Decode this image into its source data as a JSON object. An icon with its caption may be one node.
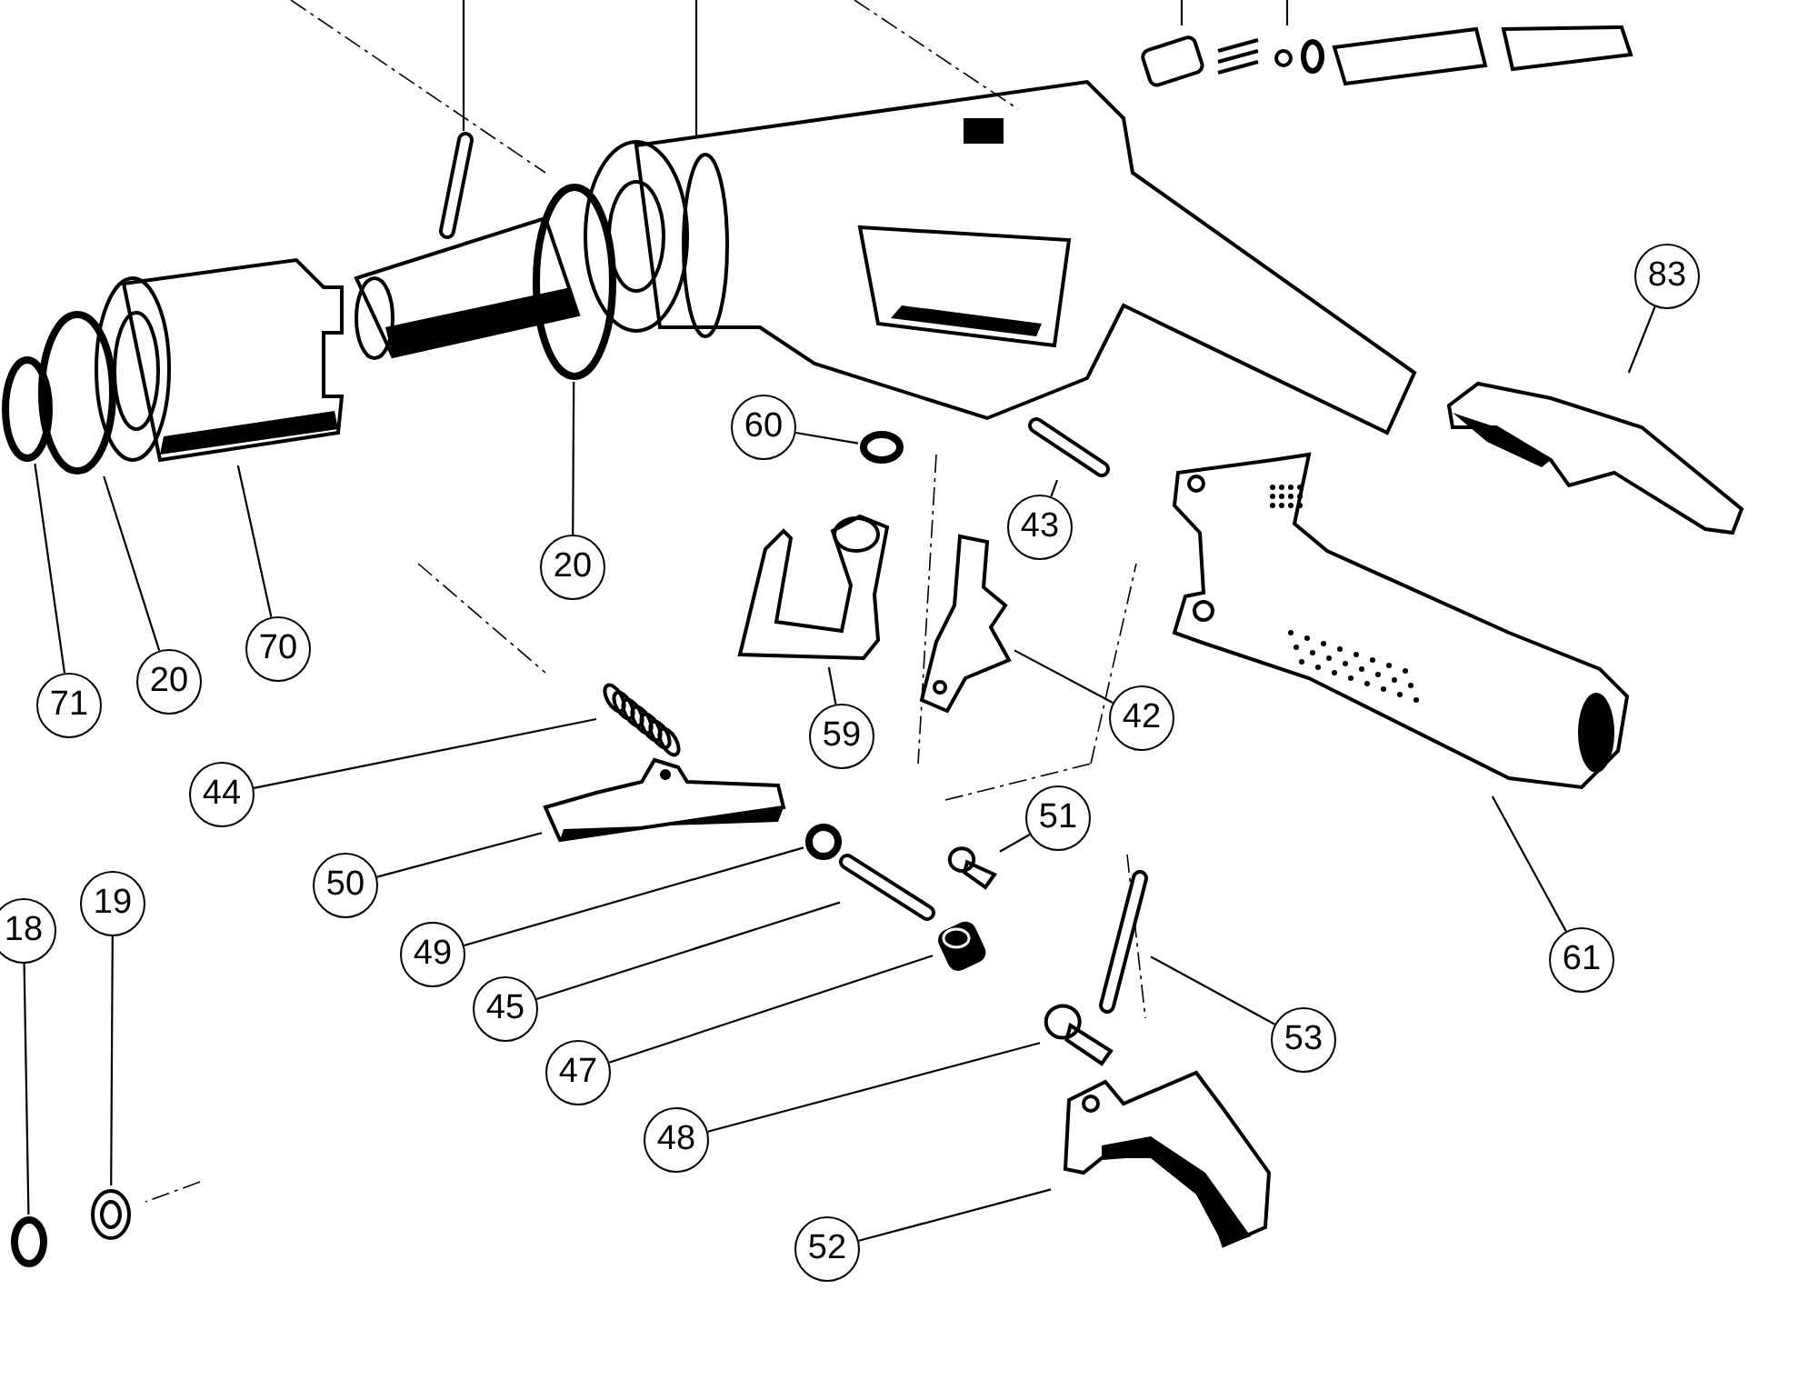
{
  "diagram": {
    "nodes": [
      {
        "text": [
          "71"
        ]
      },
      {
        "text": [],
        "shape": "circle"
      },
      {
        "text": [
          "20"
        ]
      },
      {
        "text": [],
        "shape": "circle"
      },
      {
        "text": [
          "70"
        ]
      },
      {
        "text": [],
        "shape": "picture"
      },
      {
        "text": [
          "20"
        ]
      },
      {
        "text": [],
        "shape": "circle"
      },
      {
        "text": [
          "60"
        ]
      },
      {
        "text": [],
        "shape": "circle"
      },
      {
        "text": [
          "43"
        ]
      },
      {
        "text": [],
        "shape": "picture"
      },
      {
        "text": [
          "83"
        ]
      },
      {
        "text": [],
        "shape": "picture"
      },
      {
        "text": [
          "59"
        ]
      },
      {
        "text": [],
        "shape": "picture"
      },
      {
        "text": [
          "42"
        ]
      },
      {
        "text": [],
        "shape": "picture"
      },
      {
        "text": [
          "44"
        ]
      },
      {
        "text": [],
        "shape": "picture"
      },
      {
        "text": [
          "50"
        ]
      },
      {
        "text": [],
        "shape": "picture"
      },
      {
        "text": [
          "49"
        ]
      },
      {
        "text": [],
        "shape": "circle"
      },
      {
        "text": [
          "45"
        ]
      },
      {
        "text": [],
        "shape": "picture"
      },
      {
        "text": [
          "47"
        ]
      },
      {
        "text": [],
        "shape": "picture"
      },
      {
        "text": [
          "51"
        ]
      },
      {
        "text": [],
        "shape": "picture"
      },
      {
        "text": [
          "48"
        ]
      },
      {
        "text": [],
        "shape": "picture"
      },
      {
        "text": [
          "53"
        ]
      },
      {
        "text": [],
        "shape": "picture"
      },
      {
        "text": [
          "52"
        ]
      },
      {
        "text": [],
        "shape": "picture"
      },
      {
        "text": [
          "61"
        ]
      },
      {
        "text": [],
        "shape": "picture"
      },
      {
        "text": [
          "18"
        ]
      },
      {
        "text": [],
        "shape": "circle"
      },
      {
        "text": [
          "19"
        ]
      },
      {
        "text": [],
        "shape": "picture"
      },
      {
        "text": [],
        "shape": "picture"
      },
      {
        "text": [],
        "shape": "picture"
      },
      {
        "text": [],
        "shape": "picture"
      },
      {
        "text": [],
        "shape": "picture"
      }
    ],
    "edges": [
      {
        "from": 0,
        "to": 1,
        "arrow": "none"
      },
      {
        "from": 2,
        "to": 3,
        "arrow": "none"
      },
      {
        "from": 4,
        "to": 5,
        "arrow": "none"
      },
      {
        "from": 6,
        "to": 7,
        "arrow": "none"
      },
      {
        "from": 8,
        "to": 9,
        "arrow": "none"
      },
      {
        "from": 10,
        "to": 11,
        "arrow": "none"
      },
      {
        "from": 12,
        "to": 13,
        "arrow": "none"
      },
      {
        "from": 14,
        "to": 15,
        "arrow": "none"
      },
      {
        "from": 16,
        "to": 17,
        "arrow": "none"
      },
      {
        "from": 18,
        "to": 19,
        "arrow": "none"
      },
      {
        "from": 20,
        "to": 21,
        "arrow": "none"
      },
      {
        "from": 22,
        "to": 23,
        "arrow": "none"
      },
      {
        "from": 24,
        "to": 25,
        "arrow": "none"
      },
      {
        "from": 26,
        "to": 27,
        "arrow": "none"
      },
      {
        "from": 28,
        "to": 29,
        "arrow": "none"
      },
      {
        "from": 30,
        "to": 31,
        "arrow": "none"
      },
      {
        "from": 32,
        "to": 33,
        "arrow": "none"
      },
      {
        "from": 34,
        "to": 35,
        "arrow": "none"
      },
      {
        "from": 36,
        "to": 37,
        "arrow": "none"
      },
      {
        "from": 38,
        "to": 39,
        "arrow": "none"
      },
      {
        "from": 40,
        "to": 41,
        "arrow": "none"
      },
      {
        "from": null,
        "to": 44,
        "arrow": "none"
      },
      {
        "from": null,
        "to": 42,
        "arrow": "none"
      },
      {
        "from": null,
        "to": 45,
        "arrow": "none"
      },
      {
        "from": null,
        "to": 45,
        "arrow": "none"
      }
    ]
  }
}
